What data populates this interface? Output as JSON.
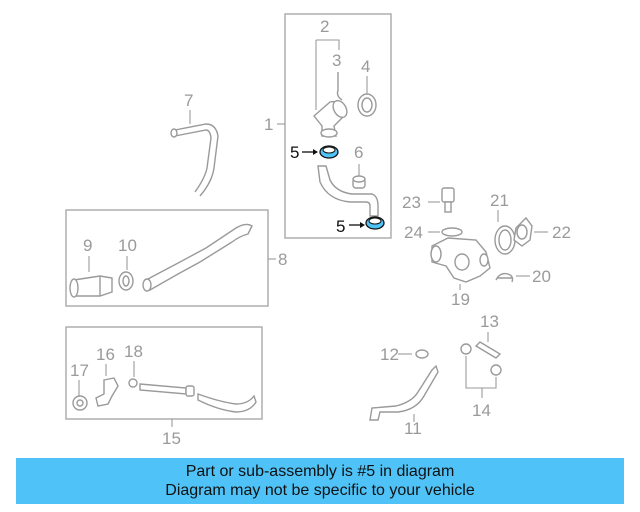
{
  "labels": {
    "l1": "1",
    "l2": "2",
    "l3": "3",
    "l4": "4",
    "l5a": "5",
    "l5b": "5",
    "l6": "6",
    "l7": "7",
    "l8": "8",
    "l9": "9",
    "l10": "10",
    "l11": "11",
    "l12": "12",
    "l13": "13",
    "l14": "14",
    "l15": "15",
    "l16": "16",
    "l17": "17",
    "l18": "18",
    "l19": "19",
    "l20": "20",
    "l21": "21",
    "l22": "22",
    "l23": "23",
    "l24": "24"
  },
  "banner": {
    "line1": "Part or sub-assembly is #5 in diagram",
    "line2": "Diagram may not be specific to your vehicle"
  },
  "colors": {
    "highlight": "#4fc3f7",
    "linework": "#9a9a9a"
  }
}
